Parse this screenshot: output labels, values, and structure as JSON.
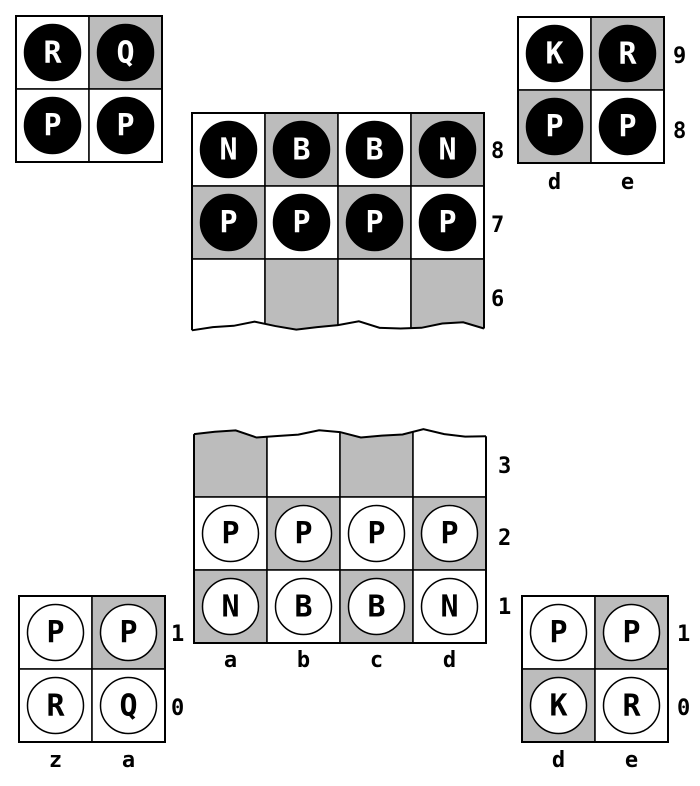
{
  "colors": {
    "light": "#ffffff",
    "dark": "#bcbcbc",
    "line": "#000000",
    "black_piece": "#000000",
    "white_piece": "#ffffff"
  },
  "boards": [
    {
      "id": "black-attack-left",
      "cols": 2,
      "rows": 2,
      "shading": [
        [
          "light",
          "dark"
        ],
        [
          "light",
          "light"
        ]
      ],
      "pieces": [
        [
          {
            "c": "b",
            "t": "R"
          },
          {
            "c": "b",
            "t": "Q"
          }
        ],
        [
          {
            "c": "b",
            "t": "P"
          },
          {
            "c": "b",
            "t": "P"
          }
        ]
      ],
      "rank_labels": [],
      "file_labels": [],
      "torn": "none"
    },
    {
      "id": "black-main",
      "cols": 4,
      "rows": 3,
      "shading": [
        [
          "light",
          "dark",
          "light",
          "dark"
        ],
        [
          "dark",
          "light",
          "dark",
          "light"
        ],
        [
          "light",
          "dark",
          "light",
          "dark"
        ]
      ],
      "pieces": [
        [
          {
            "c": "b",
            "t": "N"
          },
          {
            "c": "b",
            "t": "B"
          },
          {
            "c": "b",
            "t": "B"
          },
          {
            "c": "b",
            "t": "N"
          }
        ],
        [
          {
            "c": "b",
            "t": "P"
          },
          {
            "c": "b",
            "t": "P"
          },
          {
            "c": "b",
            "t": "P"
          },
          {
            "c": "b",
            "t": "P"
          }
        ],
        [
          null,
          null,
          null,
          null
        ]
      ],
      "rank_labels": [
        "8",
        "7",
        "6"
      ],
      "file_labels": [],
      "torn": "bottom"
    },
    {
      "id": "black-attack-right",
      "cols": 2,
      "rows": 2,
      "shading": [
        [
          "light",
          "dark"
        ],
        [
          "dark",
          "light"
        ]
      ],
      "pieces": [
        [
          {
            "c": "b",
            "t": "K"
          },
          {
            "c": "b",
            "t": "R"
          }
        ],
        [
          {
            "c": "b",
            "t": "P"
          },
          {
            "c": "b",
            "t": "P"
          }
        ]
      ],
      "rank_labels": [
        "9",
        "8"
      ],
      "file_labels": [
        "d",
        "e"
      ],
      "torn": "none"
    },
    {
      "id": "white-main",
      "cols": 4,
      "rows": 3,
      "shading": [
        [
          "dark",
          "light",
          "dark",
          "light"
        ],
        [
          "light",
          "dark",
          "light",
          "dark"
        ],
        [
          "dark",
          "light",
          "dark",
          "light"
        ]
      ],
      "pieces": [
        [
          null,
          null,
          null,
          null
        ],
        [
          {
            "c": "w",
            "t": "P"
          },
          {
            "c": "w",
            "t": "P"
          },
          {
            "c": "w",
            "t": "P"
          },
          {
            "c": "w",
            "t": "P"
          }
        ],
        [
          {
            "c": "w",
            "t": "N"
          },
          {
            "c": "w",
            "t": "B"
          },
          {
            "c": "w",
            "t": "B"
          },
          {
            "c": "w",
            "t": "N"
          }
        ]
      ],
      "rank_labels": [
        "3",
        "2",
        "1"
      ],
      "file_labels": [
        "a",
        "b",
        "c",
        "d"
      ],
      "torn": "top"
    },
    {
      "id": "white-attack-left",
      "cols": 2,
      "rows": 2,
      "shading": [
        [
          "light",
          "dark"
        ],
        [
          "light",
          "light"
        ]
      ],
      "pieces": [
        [
          {
            "c": "w",
            "t": "P"
          },
          {
            "c": "w",
            "t": "P"
          }
        ],
        [
          {
            "c": "w",
            "t": "R"
          },
          {
            "c": "w",
            "t": "Q"
          }
        ]
      ],
      "rank_labels": [
        "1",
        "0"
      ],
      "file_labels": [
        "z",
        "a"
      ],
      "torn": "none"
    },
    {
      "id": "white-attack-right",
      "cols": 2,
      "rows": 2,
      "shading": [
        [
          "light",
          "dark"
        ],
        [
          "dark",
          "light"
        ]
      ],
      "pieces": [
        [
          {
            "c": "w",
            "t": "P"
          },
          {
            "c": "w",
            "t": "P"
          }
        ],
        [
          {
            "c": "w",
            "t": "K"
          },
          {
            "c": "w",
            "t": "R"
          }
        ]
      ],
      "rank_labels": [
        "1",
        "0"
      ],
      "file_labels": [
        "d",
        "e"
      ],
      "torn": "none"
    }
  ]
}
